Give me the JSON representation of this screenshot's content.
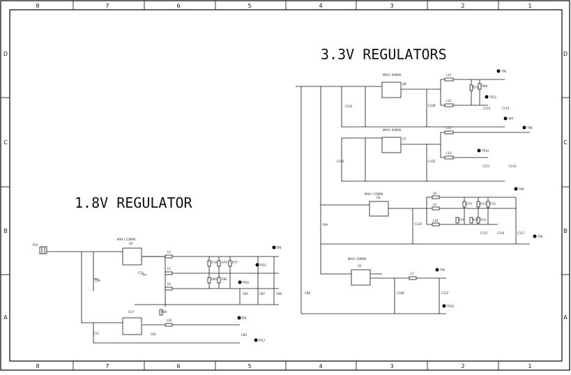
{
  "frame": {
    "columns": [
      "8",
      "7",
      "6",
      "5",
      "4",
      "3",
      "2",
      "1"
    ],
    "rows": [
      "D",
      "C",
      "B",
      "A"
    ]
  },
  "sections": {
    "reg18_title": "1.8V REGULATOR",
    "reg33_title": "3.3V REGULATORS"
  },
  "connector": {
    "ref": "P10"
  },
  "reg18": {
    "u2": {
      "ref": "U2",
      "max": "MAX I 150MA"
    },
    "u17": {
      "ref": "U17"
    },
    "inductors": [
      "L4",
      "L5",
      "L6",
      "L16"
    ],
    "resistors": [
      "R78",
      "R79",
      "R77",
      "R80",
      "R81",
      "R88"
    ],
    "caps": [
      "C89",
      "C14",
      "C83",
      "C87",
      "C88",
      "C15",
      "C82",
      "C80"
    ],
    "testpoints": [
      "TP4",
      "TP11",
      "TP10",
      "TP3",
      "TP13"
    ]
  },
  "reg33": {
    "u8": {
      "ref": "U8",
      "max": "MAX I 300MA"
    },
    "u7": {
      "ref": "U7",
      "max": "MAX I 300MA"
    },
    "u4": {
      "ref": "U4",
      "max": "MAX I 150MA"
    },
    "u3": {
      "ref": "U3",
      "max": "MAX I 300MA"
    },
    "inductors": [
      "L11",
      "L12",
      "L13",
      "L14",
      "L8",
      "L9",
      "L10",
      "L7"
    ],
    "resistors": [
      "R75",
      "R68",
      "R72",
      "R70",
      "R71",
      "R74",
      "R73",
      "R76"
    ],
    "caps": [
      "C102",
      "C108",
      "C115",
      "C114",
      "C100",
      "C105",
      "C111",
      "C110",
      "C99",
      "C107",
      "C115",
      "C116",
      "C117",
      "C98",
      "C108",
      "C112"
    ],
    "testpoints": [
      "TP6",
      "TP7",
      "TP12",
      "TP8",
      "TP14",
      "TP9",
      "TP5",
      "TP16"
    ]
  }
}
